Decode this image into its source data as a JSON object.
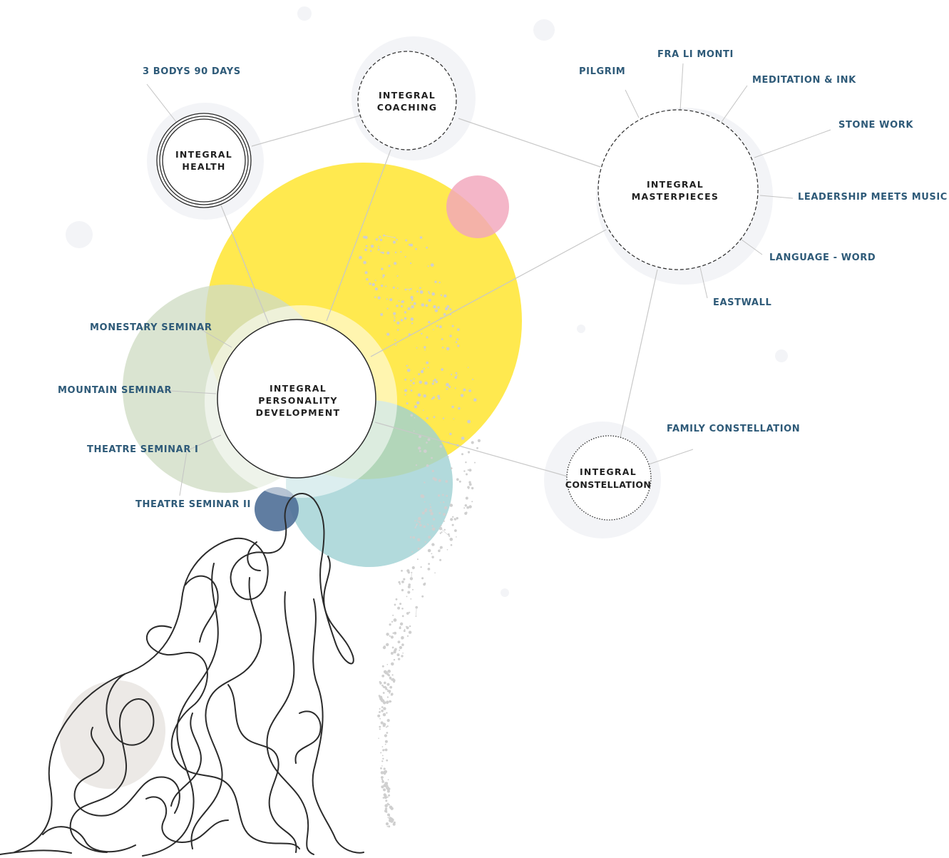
{
  "hubs": {
    "health": [
      "INTEGRAL",
      "HEALTH"
    ],
    "coaching": [
      "INTEGRAL",
      "COACHING"
    ],
    "masterpieces": [
      "INTEGRAL",
      "MASTERPIECES"
    ],
    "personality": [
      "INTEGRAL",
      "PERSONALITY",
      "DEVELOPMENT"
    ],
    "constellation": [
      "INTEGRAL",
      "CONSTELLATION"
    ]
  },
  "health_items": [
    "3 BODYS 90 DAYS"
  ],
  "masterpieces_items": [
    "PILGRIM",
    "FRA LI MONTI",
    "MEDITATION & INK",
    "STONE WORK",
    "LEADERSHIP MEETS MUSIC",
    "LANGUAGE - WORD",
    "EASTWALL"
  ],
  "personality_items": [
    "MONESTARY SEMINAR",
    "MOUNTAIN SEMINAR",
    "THEATRE SEMINAR I",
    "THEATRE SEMINAR II"
  ],
  "constellation_items": [
    "FAMILY CONSTELLATION"
  ],
  "colors": {
    "text_label": "#2e5a78",
    "text_hub": "#1f1f1f",
    "yellow": "#ffe94f",
    "sage": "#cfdcc4",
    "teal": "#9fd1d3",
    "pink": "#f2a6bc",
    "navy": "#4f6f97",
    "halo": "#f3f4f7"
  }
}
